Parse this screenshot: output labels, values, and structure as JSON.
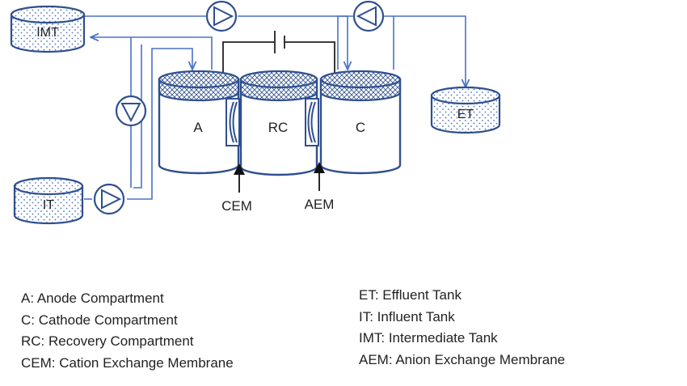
{
  "tanks": {
    "imt": "IMT",
    "it": "IT",
    "et": "ET"
  },
  "compartments": {
    "anode": "A",
    "recovery": "RC",
    "cathode": "C"
  },
  "membranes": {
    "cem": "CEM",
    "aem": "AEM"
  },
  "legend_left": [
    "A:  Anode Compartment",
    "C:  Cathode Compartment",
    "RC:  Recovery Compartment",
    "CEM:  Cation Exchange Membrane"
  ],
  "legend_right": [
    "ET:  Effluent Tank",
    "IT:  Influent Tank",
    "IMT:  Intermediate Tank",
    "AEM:  Anion Exchange Membrane"
  ],
  "colors": {
    "outline": "#2f4f8f",
    "pipe": "#4a72c4",
    "wire": "#222222"
  }
}
